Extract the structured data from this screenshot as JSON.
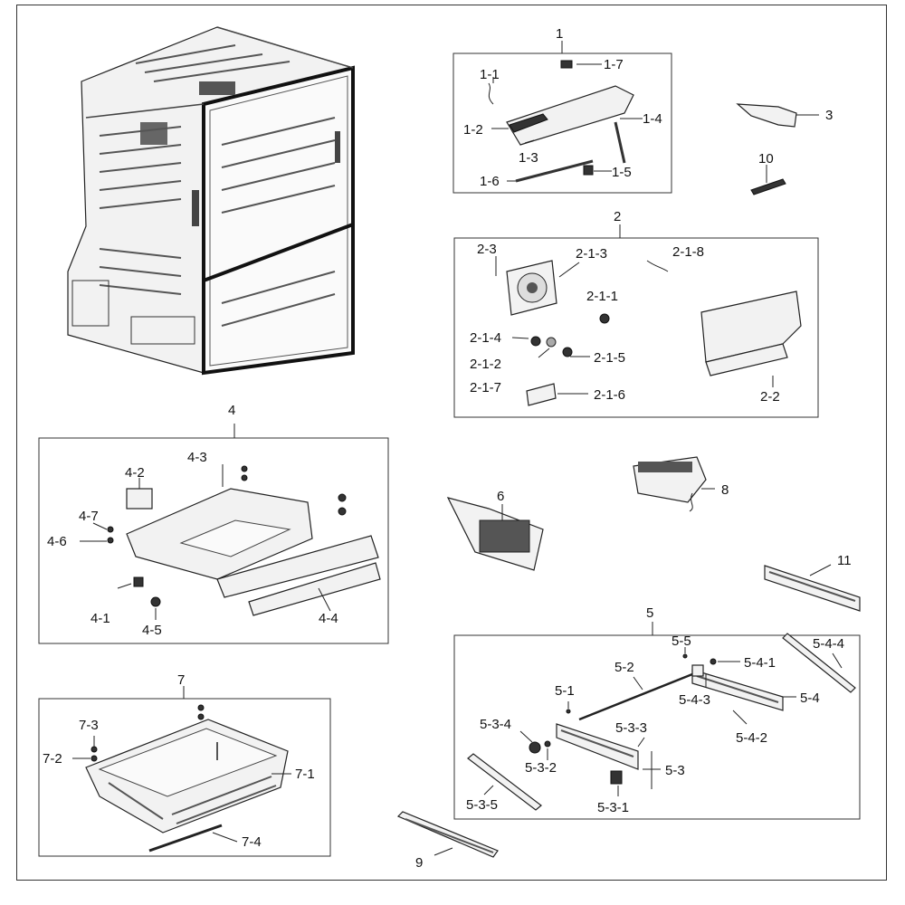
{
  "diagram": {
    "labels": {
      "l1": "1",
      "l1_1": "1-1",
      "l1_2": "1-2",
      "l1_3": "1-3",
      "l1_4": "1-4",
      "l1_5": "1-5",
      "l1_6": "1-6",
      "l1_7": "1-7",
      "l2": "2",
      "l2_1_1": "2-1-1",
      "l2_1_2": "2-1-2",
      "l2_1_3": "2-1-3",
      "l2_1_4": "2-1-4",
      "l2_1_5": "2-1-5",
      "l2_1_6": "2-1-6",
      "l2_1_7": "2-1-7",
      "l2_1_8": "2-1-8",
      "l2_2": "2-2",
      "l2_3": "2-3",
      "l3": "3",
      "l4": "4",
      "l4_1": "4-1",
      "l4_2": "4-2",
      "l4_3": "4-3",
      "l4_4": "4-4",
      "l4_5": "4-5",
      "l4_6": "4-6",
      "l4_7": "4-7",
      "l5": "5",
      "l5_1": "5-1",
      "l5_2": "5-2",
      "l5_3": "5-3",
      "l5_3_1": "5-3-1",
      "l5_3_2": "5-3-2",
      "l5_3_3": "5-3-3",
      "l5_3_4": "5-3-4",
      "l5_3_5": "5-3-5",
      "l5_4": "5-4",
      "l5_4_1": "5-4-1",
      "l5_4_2": "5-4-2",
      "l5_4_3": "5-4-3",
      "l5_4_4": "5-4-4",
      "l5_5": "5-5",
      "l6": "6",
      "l7": "7",
      "l7_1": "7-1",
      "l7_2": "7-2",
      "l7_3": "7-3",
      "l7_4": "7-4",
      "l8": "8",
      "l9": "9",
      "l10": "10",
      "l11": "11"
    }
  }
}
